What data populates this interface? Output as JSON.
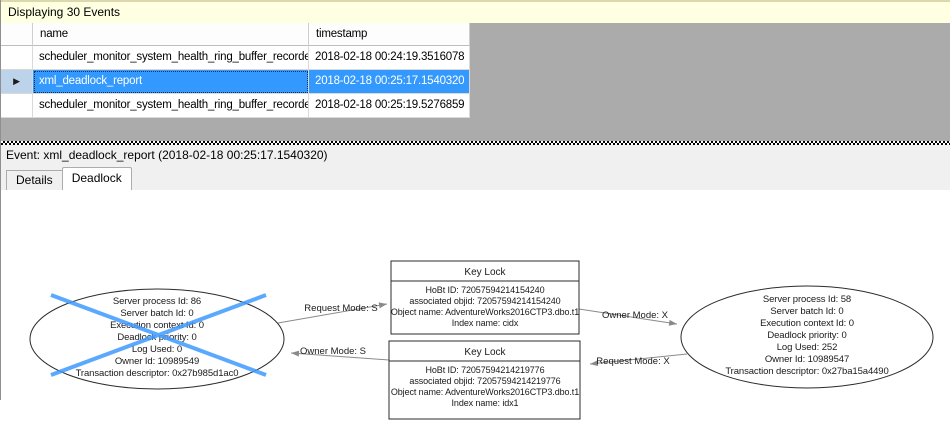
{
  "info_bar": {
    "text": "Displaying 30 Events"
  },
  "grid": {
    "columns": [
      "name",
      "timestamp"
    ],
    "row_marker": "▶",
    "rows": [
      {
        "name": "scheduler_monitor_system_health_ring_buffer_recorded",
        "timestamp": "2018-02-18 00:24:19.3516078"
      },
      {
        "name": "xml_deadlock_report",
        "timestamp": "2018-02-18 00:25:17.1540320"
      },
      {
        "name": "scheduler_monitor_system_health_ring_buffer_recorded",
        "timestamp": "2018-02-18 00:25:19.5276859"
      }
    ]
  },
  "event_line": {
    "text": "Event: xml_deadlock_report (2018-02-18 00:25:17.1540320)"
  },
  "tabs": [
    {
      "label": "Details",
      "active": false
    },
    {
      "label": "Deadlock",
      "active": true
    }
  ],
  "graph": {
    "left_process": {
      "victim": true,
      "lines": [
        "Server process Id: 86",
        "Server batch Id: 0",
        "Execution context Id: 0",
        "Deadlock priority: 0",
        "Log Used: 0",
        "Owner Id: 10989549",
        "Transaction descriptor: 0x27b985d1ac0"
      ]
    },
    "right_process": {
      "victim": false,
      "lines": [
        "Server process Id: 58",
        "Server batch Id: 0",
        "Execution context Id: 0",
        "Deadlock priority: 0",
        "Log Used: 252",
        "Owner Id: 10989547",
        "Transaction descriptor: 0x27ba15a4490"
      ]
    },
    "top_lock": {
      "title": "Key Lock",
      "lines": [
        "HoBt ID: 72057594214154240",
        "associated objid: 72057594214154240",
        "Object name: AdventureWorks2016CTP3.dbo.t1",
        "Index name: cidx"
      ]
    },
    "bottom_lock": {
      "title": "Key Lock",
      "lines": [
        "HoBt ID: 72057594214219776",
        "associated objid: 72057594214219776",
        "Object name: AdventureWorks2016CTP3.dbo.t1",
        "Index name: idx1"
      ]
    },
    "edges": [
      {
        "label": "Request Mode: S"
      },
      {
        "label": "Owner Mode: S"
      },
      {
        "label": "Owner Mode: X"
      },
      {
        "label": "Request Mode: X"
      }
    ]
  },
  "colors": {
    "selection": "#3399FF",
    "victim_cross": "#3F9BFF",
    "info_bar_bg": "#FFFFE1",
    "grid_empty_bg": "#ABABAB",
    "panel_bg": "#F0F0F0"
  }
}
